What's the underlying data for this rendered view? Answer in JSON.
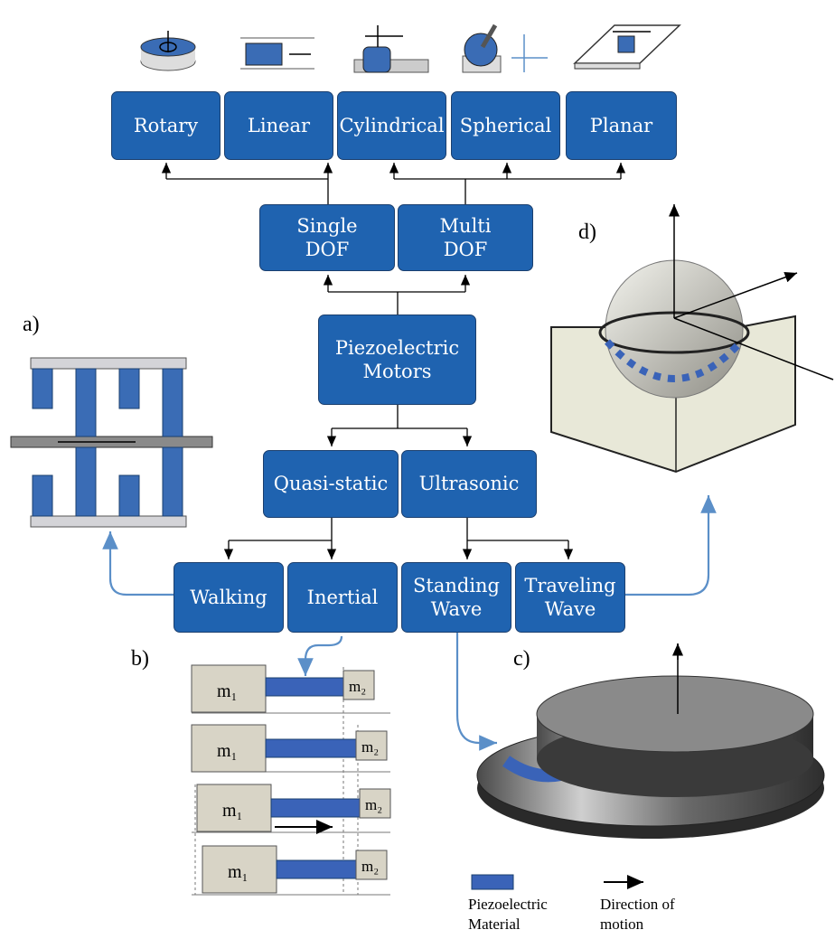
{
  "boxes": {
    "rotary": "Rotary",
    "linear": "Linear",
    "cylindrical": "Cylindrical",
    "spherical": "Spherical",
    "planar": "Planar",
    "single_dof": "Single\nDOF",
    "multi_dof": "Multi\nDOF",
    "piezo_motors": "Piezoelectric\nMotors",
    "quasi_static": "Quasi-static",
    "ultrasonic": "Ultrasonic",
    "walking": "Walking",
    "inertial": "Inertial",
    "standing_wave": "Standing\nWave",
    "traveling_wave": "Traveling\nWave"
  },
  "panel_labels": {
    "a": "a)",
    "b": "b)",
    "c": "c)",
    "d": "d)"
  },
  "masses": {
    "m1": "m₁",
    "m2": "m₂"
  },
  "legend": {
    "material": "Piezoelectric\nMaterial",
    "motion": "Direction of\nmotion"
  },
  "colors": {
    "box_fill": "#1f63b0",
    "accent": "#5b8fc8",
    "piezo": "#3a63b8"
  }
}
